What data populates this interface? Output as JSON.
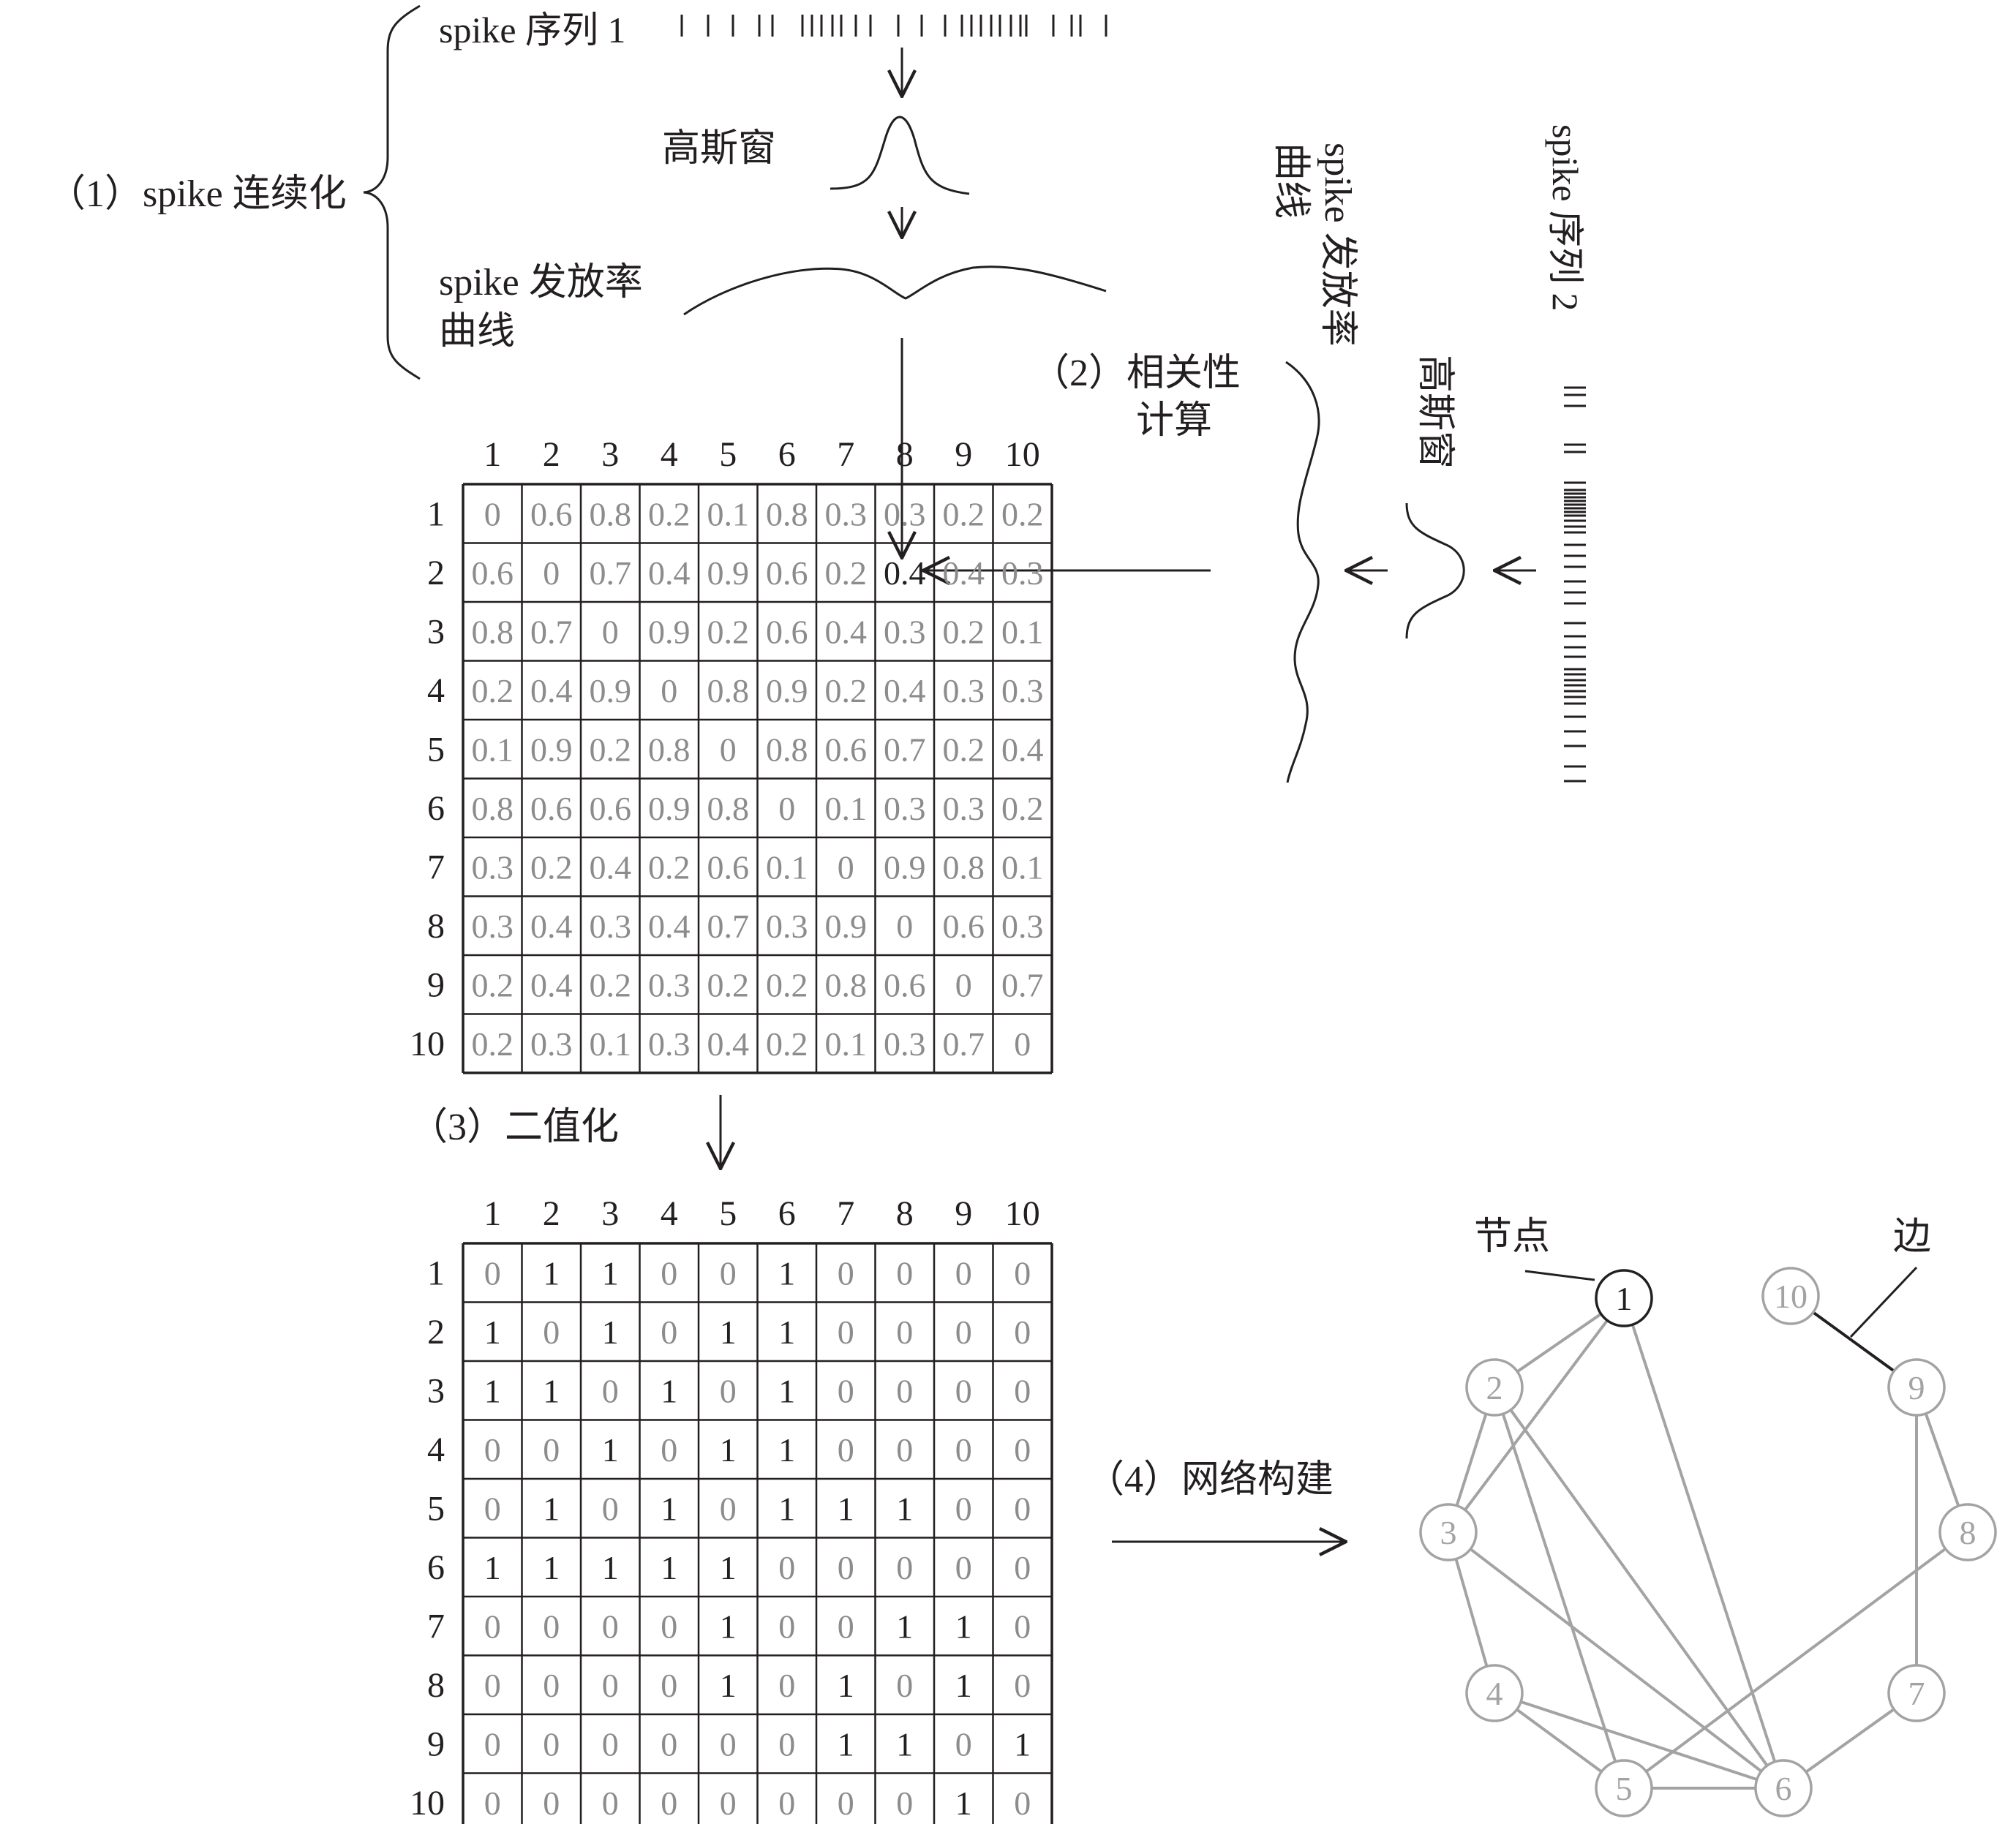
{
  "stage1": {
    "label": "（1）spike 连续化",
    "spike_train_label": "spike 序列 1",
    "gauss_label": "高斯窗",
    "rate_label_line1": "spike 发放率",
    "rate_label_line2": "曲线"
  },
  "stage2": {
    "label_line1": "（2）相关性",
    "label_line2": "计算",
    "spike_train_label": "spike 序列 2",
    "gauss_label": "高斯窗",
    "rate_label_line1": "spike 发放率",
    "rate_label_line2": "曲线"
  },
  "stage3": {
    "label": "（3）二值化"
  },
  "stage4": {
    "label": "（4）网络构建",
    "node_callout": "节点",
    "edge_callout": "边"
  },
  "headers": [
    "1",
    "2",
    "3",
    "4",
    "5",
    "6",
    "7",
    "8",
    "9",
    "10"
  ],
  "correlation_matrix": [
    [
      "0",
      "0.6",
      "0.8",
      "0.2",
      "0.1",
      "0.8",
      "0.3",
      "0.3",
      "0.2",
      "0.2"
    ],
    [
      "0.6",
      "0",
      "0.7",
      "0.4",
      "0.9",
      "0.6",
      "0.2",
      "0.4",
      "0.4",
      "0.3"
    ],
    [
      "0.8",
      "0.7",
      "0",
      "0.9",
      "0.2",
      "0.6",
      "0.4",
      "0.3",
      "0.2",
      "0.1"
    ],
    [
      "0.2",
      "0.4",
      "0.9",
      "0",
      "0.8",
      "0.9",
      "0.2",
      "0.4",
      "0.3",
      "0.3"
    ],
    [
      "0.1",
      "0.9",
      "0.2",
      "0.8",
      "0",
      "0.8",
      "0.6",
      "0.7",
      "0.2",
      "0.4"
    ],
    [
      "0.8",
      "0.6",
      "0.6",
      "0.9",
      "0.8",
      "0",
      "0.1",
      "0.3",
      "0.3",
      "0.2"
    ],
    [
      "0.3",
      "0.2",
      "0.4",
      "0.2",
      "0.6",
      "0.1",
      "0",
      "0.9",
      "0.8",
      "0.1"
    ],
    [
      "0.3",
      "0.4",
      "0.3",
      "0.4",
      "0.7",
      "0.3",
      "0.9",
      "0",
      "0.6",
      "0.3"
    ],
    [
      "0.2",
      "0.4",
      "0.2",
      "0.3",
      "0.2",
      "0.2",
      "0.8",
      "0.6",
      "0",
      "0.7"
    ],
    [
      "0.2",
      "0.3",
      "0.1",
      "0.3",
      "0.4",
      "0.2",
      "0.1",
      "0.3",
      "0.7",
      "0"
    ]
  ],
  "binary_matrix": [
    [
      "0",
      "1",
      "1",
      "0",
      "0",
      "1",
      "0",
      "0",
      "0",
      "0"
    ],
    [
      "1",
      "0",
      "1",
      "0",
      "1",
      "1",
      "0",
      "0",
      "0",
      "0"
    ],
    [
      "1",
      "1",
      "0",
      "1",
      "0",
      "1",
      "0",
      "0",
      "0",
      "0"
    ],
    [
      "0",
      "0",
      "1",
      "0",
      "1",
      "1",
      "0",
      "0",
      "0",
      "0"
    ],
    [
      "0",
      "1",
      "0",
      "1",
      "0",
      "1",
      "1",
      "1",
      "0",
      "0"
    ],
    [
      "1",
      "1",
      "1",
      "1",
      "1",
      "0",
      "0",
      "0",
      "0",
      "0"
    ],
    [
      "0",
      "0",
      "0",
      "0",
      "1",
      "0",
      "0",
      "1",
      "1",
      "0"
    ],
    [
      "0",
      "0",
      "0",
      "0",
      "1",
      "0",
      "1",
      "0",
      "1",
      "0"
    ],
    [
      "0",
      "0",
      "0",
      "0",
      "0",
      "0",
      "1",
      "1",
      "0",
      "1"
    ],
    [
      "0",
      "0",
      "0",
      "0",
      "0",
      "0",
      "0",
      "0",
      "1",
      "0"
    ]
  ],
  "network": {
    "node_labels": [
      "1",
      "2",
      "3",
      "4",
      "5",
      "6",
      "7",
      "8",
      "9",
      "10"
    ],
    "edges": [
      [
        1,
        3
      ],
      [
        1,
        6
      ],
      [
        2,
        1
      ],
      [
        2,
        3
      ],
      [
        2,
        5
      ],
      [
        2,
        6
      ],
      [
        3,
        4
      ],
      [
        3,
        6
      ],
      [
        4,
        5
      ],
      [
        4,
        6
      ],
      [
        5,
        6
      ],
      [
        5,
        8
      ],
      [
        6,
        7
      ],
      [
        7,
        9
      ],
      [
        8,
        9
      ],
      [
        9,
        10
      ]
    ]
  },
  "colors": {
    "black": "#231f20",
    "gray": "#8c8c8c",
    "light_gray": "#a3a3a3"
  }
}
